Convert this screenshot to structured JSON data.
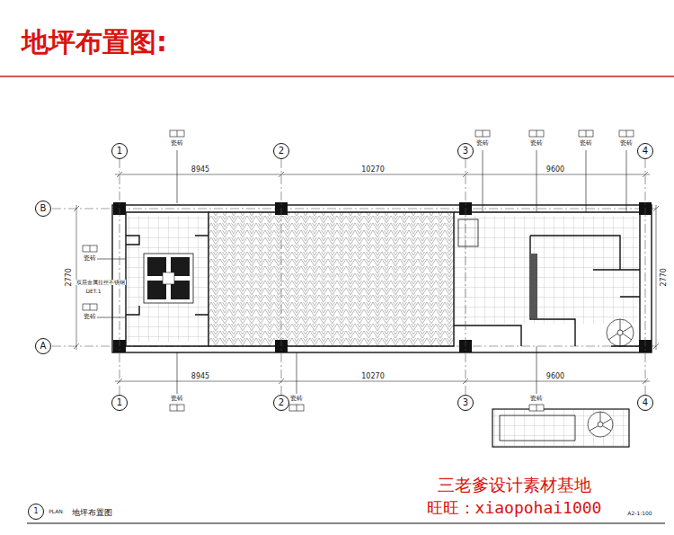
{
  "diagram": {
    "title": "地坪布置图:",
    "caption": "地坪布置图",
    "nodes": [
      {
        "text": [
          "1"
        ]
      },
      {
        "text": [
          "2"
        ]
      },
      {
        "text": [
          "3"
        ]
      },
      {
        "text": [
          "4"
        ]
      },
      {
        "text": [
          "1"
        ]
      },
      {
        "text": [
          "2"
        ]
      },
      {
        "text": [
          "3"
        ]
      },
      {
        "text": [
          "4"
        ]
      },
      {
        "text": [
          "B"
        ]
      },
      {
        "text": [
          "A"
        ]
      },
      {
        "text": [
          "1"
        ]
      }
    ],
    "edges": [
      {
        "from": 0,
        "to": 4,
        "arrow": "none"
      },
      {
        "from": 1,
        "to": 5,
        "arrow": "none"
      },
      {
        "from": 2,
        "to": 6,
        "arrow": "none"
      },
      {
        "from": 3,
        "to": 7,
        "arrow": "none"
      }
    ],
    "labels": [
      "8945",
      "10270",
      "9600",
      "8945",
      "10270",
      "9600",
      "2770",
      "2770",
      "瓷砖",
      "瓷砖",
      "瓷砖",
      "瓷砖",
      "瓷砖",
      "瓷砖",
      "瓷砖",
      "瓷砖",
      "瓷砖",
      "瓷砖",
      "双层金属拉丝不锈钢",
      "DET.1",
      "PLAN",
      "A2-1:100",
      "三老爹设计素材基地",
      "旺旺：xiaopohai1000"
    ]
  }
}
